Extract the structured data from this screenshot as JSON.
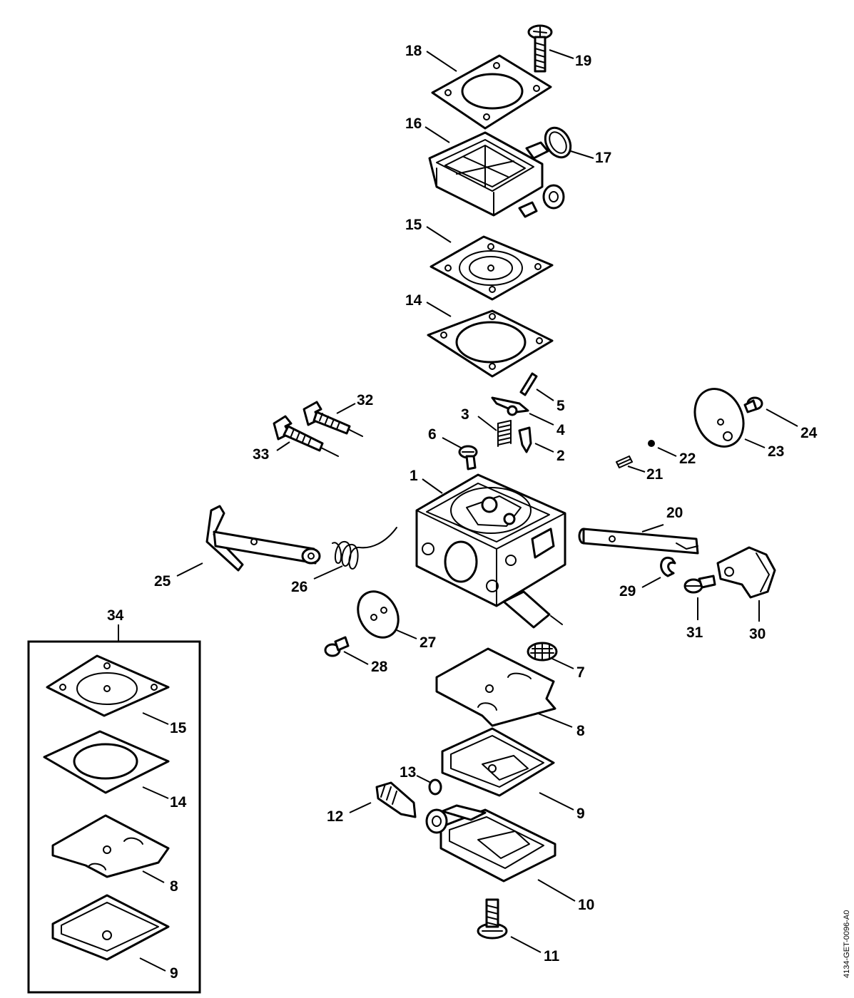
{
  "diagram": {
    "callouts": {
      "p1": "1",
      "p2": "2",
      "p3": "3",
      "p4": "4",
      "p5": "5",
      "p6": "6",
      "p7": "7",
      "p8": "8",
      "p9": "9",
      "p10": "10",
      "p11": "11",
      "p12": "12",
      "p13": "13",
      "p14": "14",
      "p15": "15",
      "p16": "16",
      "p17": "17",
      "p18": "18",
      "p19": "19",
      "p20": "20",
      "p21": "21",
      "p22": "22",
      "p23": "23",
      "p24": "24",
      "p25": "25",
      "p26": "26",
      "p27": "27",
      "p28": "28",
      "p29": "29",
      "p30": "30",
      "p31": "31",
      "p32": "32",
      "p33": "33",
      "p34": "34"
    },
    "kit_callouts": {
      "k15": "15",
      "k14": "14",
      "k8": "8",
      "k9": "9"
    },
    "drawing_code": "4134-GET-0096-A0"
  }
}
